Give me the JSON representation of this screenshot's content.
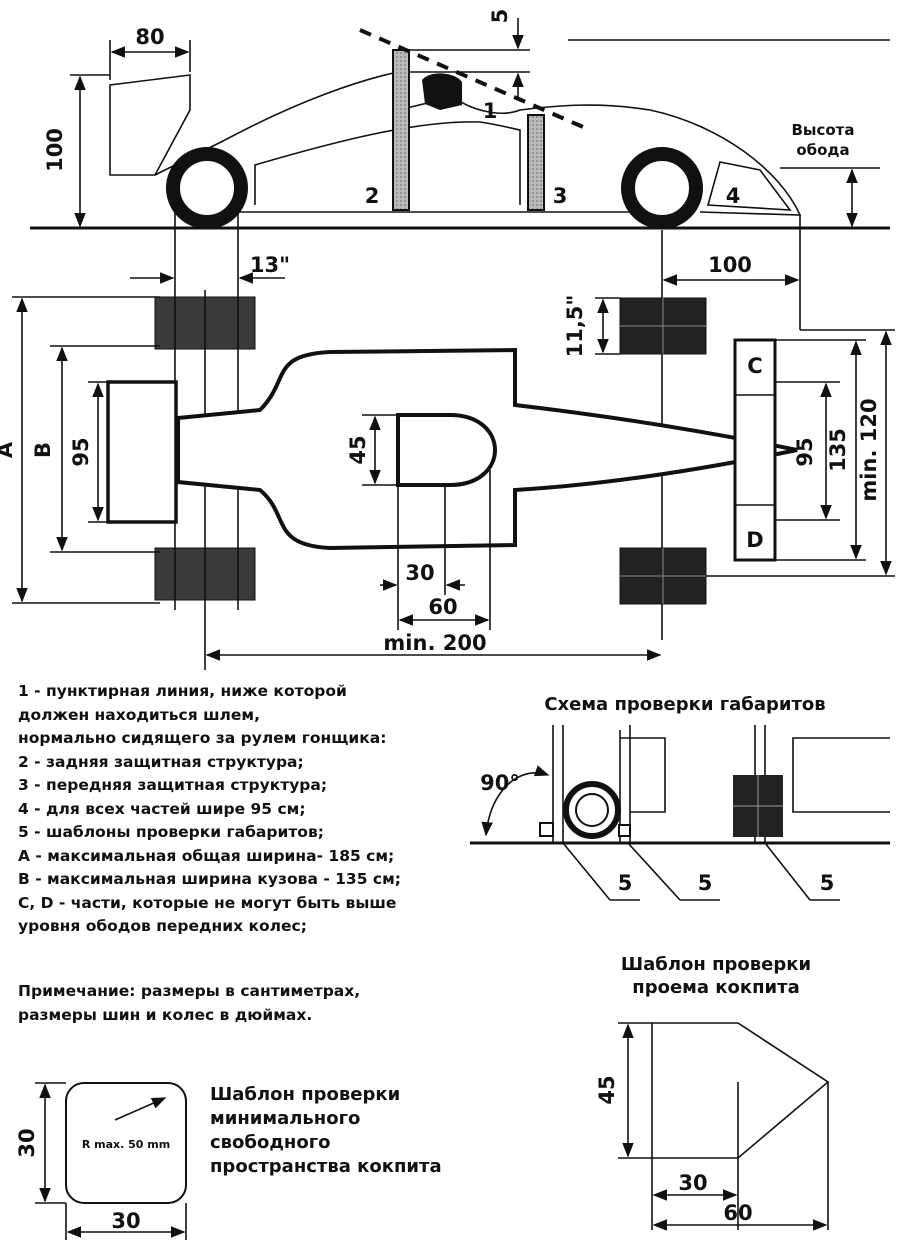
{
  "top_view_labels": {
    "dim_80": "80",
    "dim_5": "5",
    "dim_100_h": "100",
    "item_1": "1",
    "item_2": "2",
    "item_3": "3",
    "item_4": "4",
    "rim_height": [
      "Высота",
      "обода"
    ],
    "tyre_13": "13\"",
    "dim_100_front": "100"
  },
  "plan_view_labels": {
    "dim_A": "A",
    "dim_B": "B",
    "dim_95_rear": "95",
    "dim_45": "45",
    "dim_11_5": "11,5\"",
    "part_C": "C",
    "part_D": "D",
    "dim_95_front": "95",
    "dim_135": "135",
    "dim_min120": "min. 120",
    "dim_30": "30",
    "dim_60": "60",
    "dim_min200": "min. 200"
  },
  "legend": [
    "1 - пунктирная линия, ниже которой",
    "должен находиться шлем,",
    "нормально сидящего за рулем гонщика:",
    "2 - задняя защитная структура;",
    "3 - передняя защитная структура;",
    "4 - для всех частей шире 95 см;",
    "5 - шаблоны проверки габаритов;",
    "A - максимальная общая ширина- 185 см;",
    "B - максимальная ширина кузова - 135 см;",
    "C, D - части, которые не могут быть выше",
    "уровня ободов передних колес;"
  ],
  "note": [
    "Примечание: размеры в сантиметрах,",
    "размеры шин и колес в дюймах."
  ],
  "check_scheme": {
    "title": "Схема проверки габаритов",
    "angle": "90°",
    "callouts": [
      "5",
      "5",
      "5"
    ]
  },
  "cockpit_space_template": {
    "title": [
      "Шаблон проверки",
      "минимального",
      "свободного",
      "пространства кокпита"
    ],
    "radius_label": "R max. 50 mm",
    "height": "30",
    "width": "30"
  },
  "cockpit_opening_template": {
    "title": [
      "Шаблон проверки",
      "проема кокпита"
    ],
    "height": "45",
    "inner_width": "30",
    "width": "60"
  }
}
